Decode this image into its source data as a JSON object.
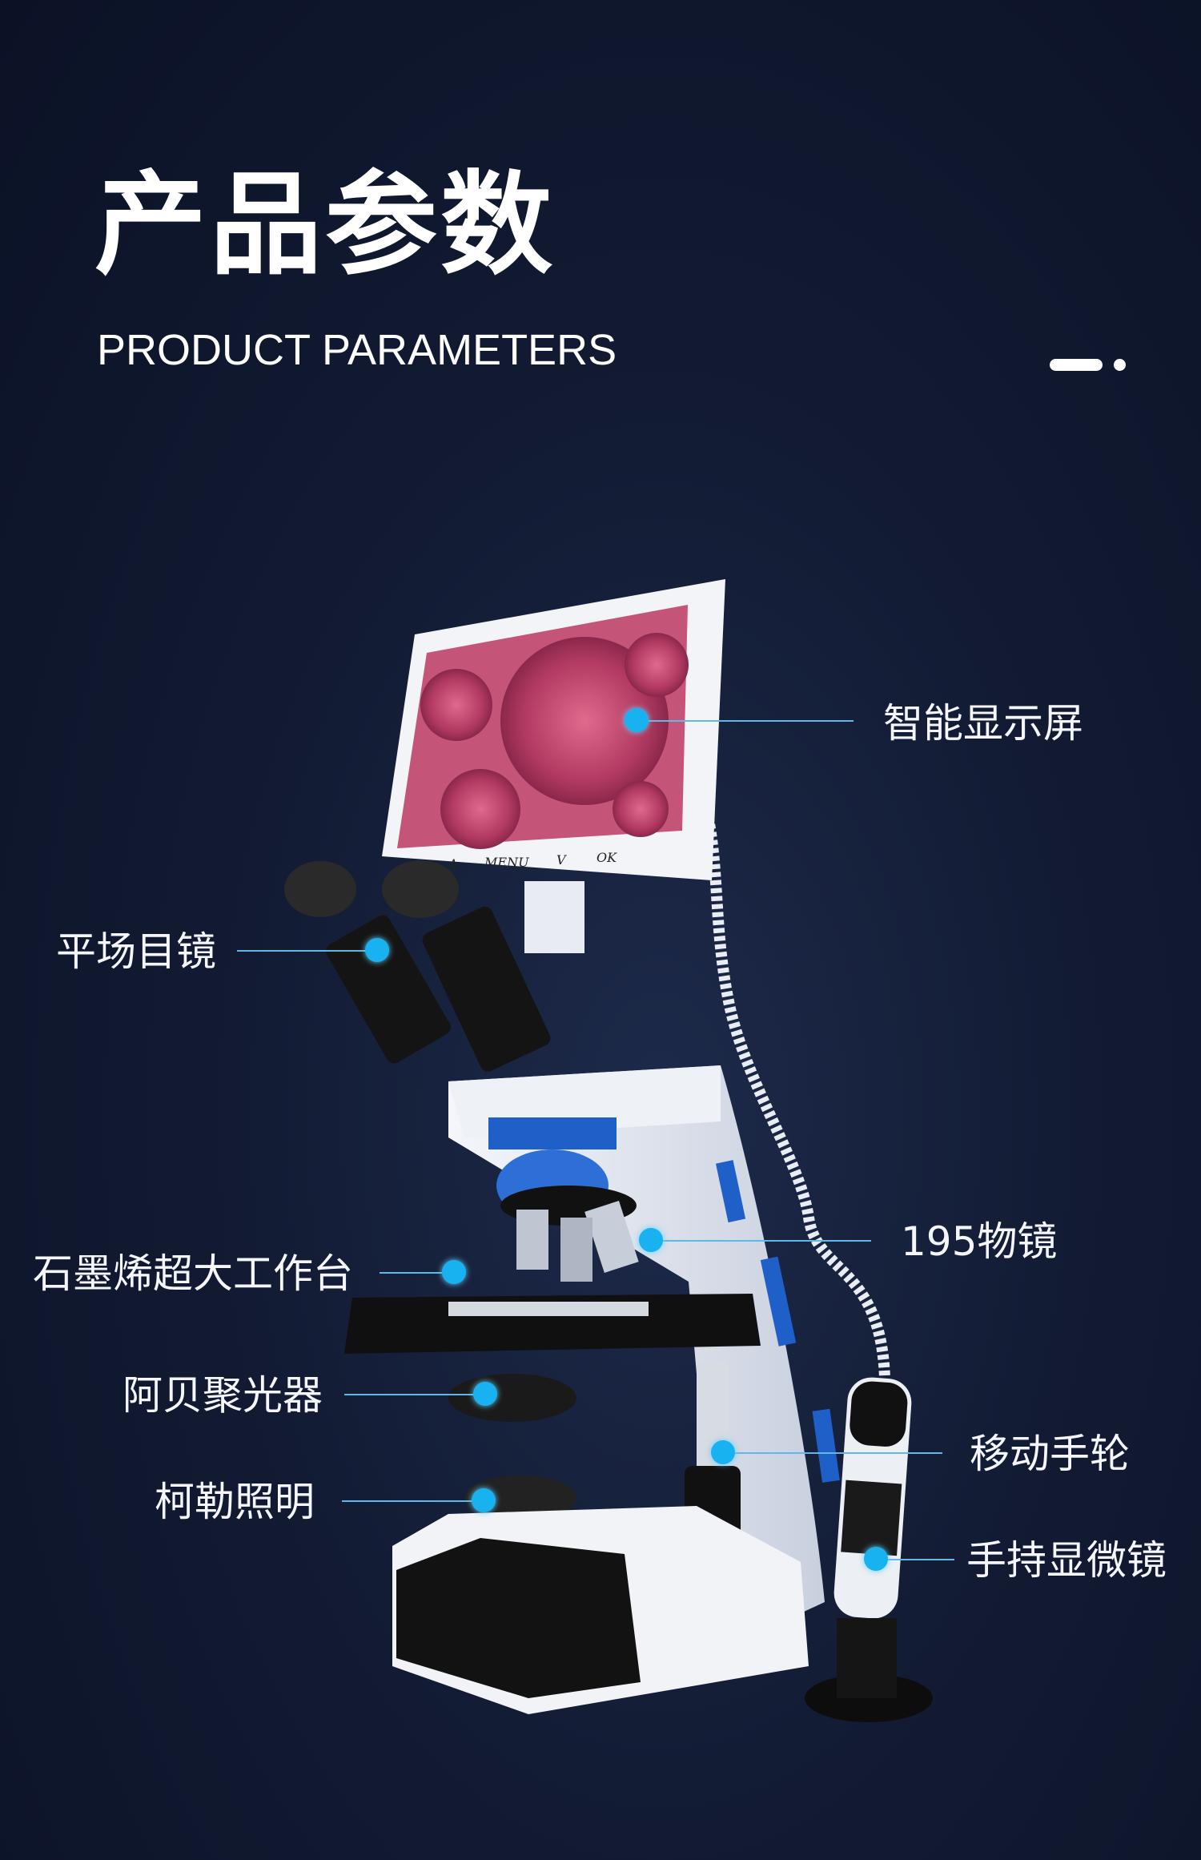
{
  "header": {
    "title": "产品参数",
    "subtitle": "PRODUCT PARAMETERS"
  },
  "screen_buttons": [
    "A",
    "MENU",
    "V",
    "OK"
  ],
  "callouts": [
    {
      "id": "smart-display",
      "label": "智能显示屏"
    },
    {
      "id": "flat-field-eyepiece",
      "label": "平场目镜"
    },
    {
      "id": "objective-195",
      "label": "195物镜"
    },
    {
      "id": "graphene-stage",
      "label": "石墨烯超大工作台"
    },
    {
      "id": "abbe-condenser",
      "label": "阿贝聚光器"
    },
    {
      "id": "focus-wheel",
      "label": "移动手轮"
    },
    {
      "id": "kohler-illumination",
      "label": "柯勒照明"
    },
    {
      "id": "handheld-microscope",
      "label": "手持显微镜"
    }
  ],
  "colors": {
    "accent": "#19b2f0",
    "background": "#121b33",
    "body_blue": "#1f5fc8"
  }
}
